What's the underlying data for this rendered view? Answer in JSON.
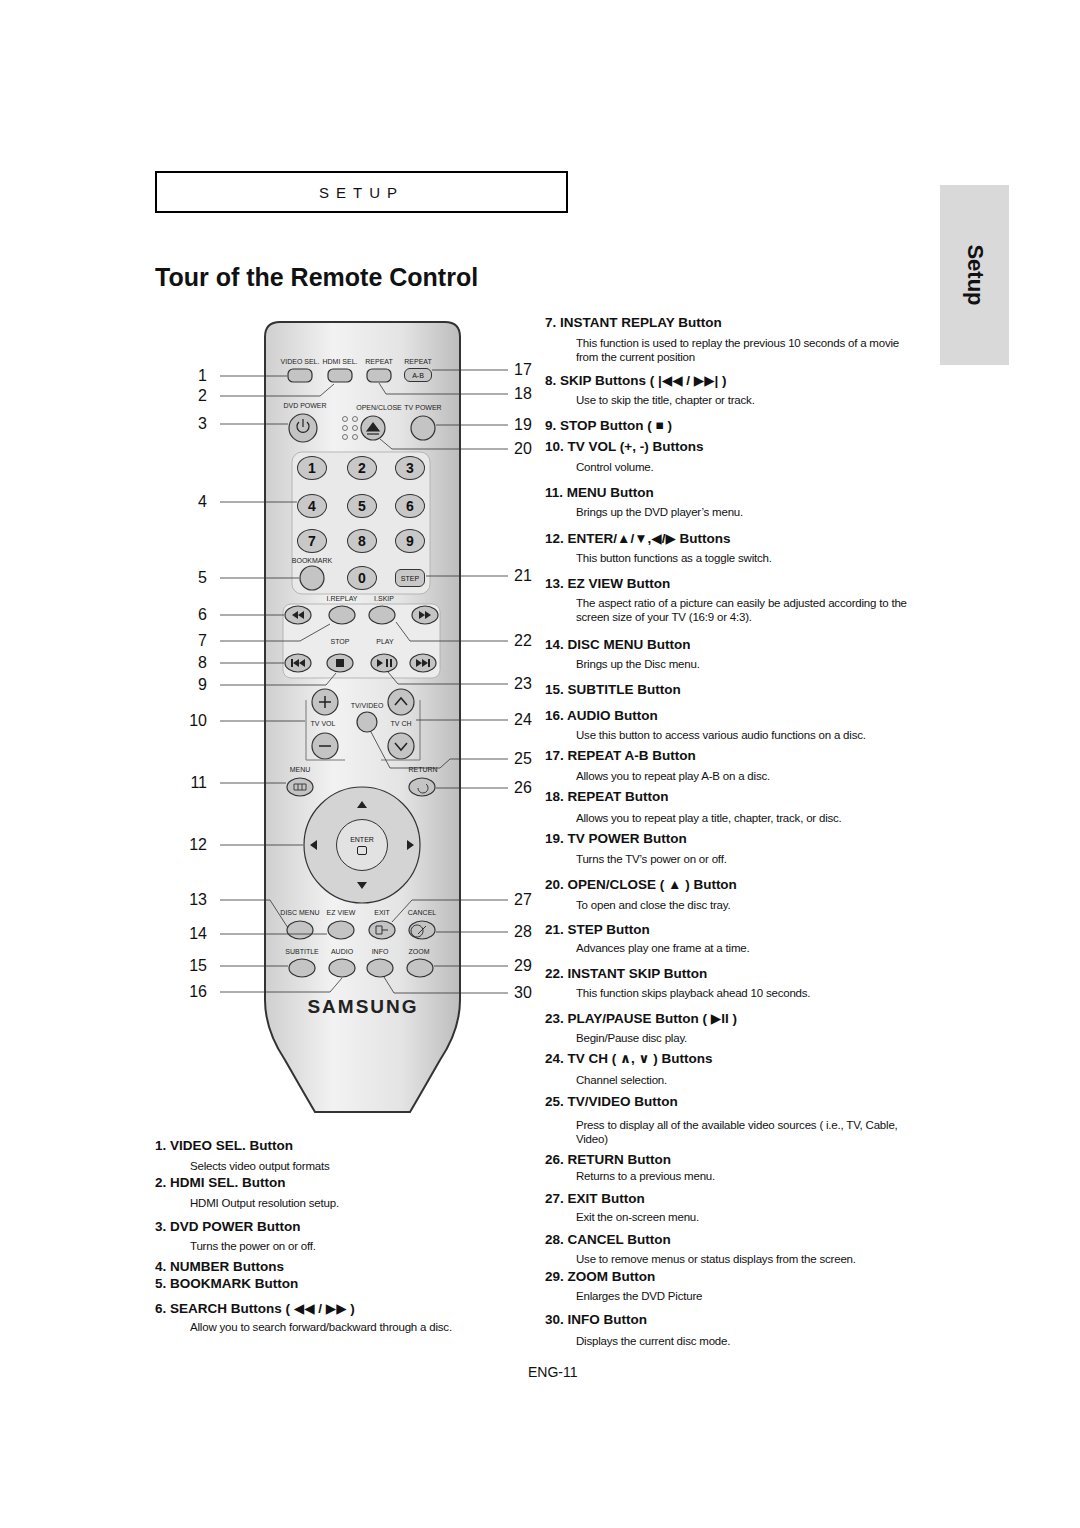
{
  "diagram": {
    "title": "Tour of the Remote Control",
    "nodes": [
      {
        "text": [
          "SETUP"
        ]
      },
      {
        "text": [
          "Setup"
        ]
      },
      {
        "text": [
          "SAMSUNG"
        ]
      },
      {
        "text": [
          "A-B"
        ],
        "in": 2
      },
      {
        "text": [
          "1"
        ],
        "in": 2
      },
      {
        "text": [
          "2"
        ],
        "in": 2
      },
      {
        "text": [
          "3"
        ],
        "in": 2
      },
      {
        "text": [
          "4"
        ],
        "in": 2
      },
      {
        "text": [
          "5"
        ],
        "in": 2
      },
      {
        "text": [
          "6"
        ],
        "in": 2
      },
      {
        "text": [
          "7"
        ],
        "in": 2
      },
      {
        "text": [
          "8"
        ],
        "in": 2
      },
      {
        "text": [
          "9"
        ],
        "in": 2
      },
      {
        "text": [
          "0"
        ],
        "in": 2
      },
      {
        "text": [
          "STEP"
        ],
        "in": 2
      },
      {
        "text": [
          "ENTER"
        ],
        "in": 2
      }
    ],
    "labels": [
      "VIDEO SEL.",
      "HDMI SEL.",
      "REPEAT",
      "REPEAT",
      "DVD POWER",
      "OPEN/CLOSE",
      "TV POWER",
      "BOOKMARK",
      "I.REPLAY",
      "I.SKIP",
      "STOP",
      "PLAY",
      "TV/VIDEO",
      "TV VOL",
      "TV CH",
      "MENU",
      "RETURN",
      "DISC MENU",
      "EZ VIEW",
      "EXIT",
      "CANCEL",
      "SUBTITLE",
      "AUDIO",
      "INFO",
      "ZOOM",
      "1",
      "2",
      "3",
      "4",
      "5",
      "6",
      "7",
      "8",
      "9",
      "10",
      "11",
      "12",
      "13",
      "14",
      "15",
      "16",
      "17",
      "18",
      "19",
      "20",
      "21",
      "22",
      "23",
      "24",
      "25",
      "26",
      "27",
      "28",
      "29",
      "30",
      "1. VIDEO SEL. Button",
      "Selects video output formats",
      "2. HDMI SEL. Button",
      "HDMI Output resolution setup.",
      "3. DVD POWER Button",
      "Turns the power on or off.",
      "4. NUMBER Buttons",
      "5. BOOKMARK Button",
      "6. SEARCH Buttons ( ◀◀ / ▶▶ )",
      "Allow you to search forward/backward through a disc.",
      "7. INSTANT REPLAY Button",
      "This function is used to replay the previous 10 seconds of a movie from the current position",
      "8. SKIP Buttons ( |◀◀ / ▶▶| )",
      "Use to skip the title, chapter or track.",
      "9. STOP Button ( ■ )",
      "10. TV VOL (+, -) Buttons",
      "Control volume.",
      "11. MENU Button",
      "Brings up the DVD player’s menu.",
      "12. ENTER/▲/▼,◀/▶ Buttons",
      "This button functions as a toggle switch.",
      "13. EZ VIEW Button",
      "The aspect ratio of a picture can easily be adjusted according to the screen size of your TV (16:9 or 4:3).",
      "14. DISC MENU Button",
      "Brings up the Disc menu.",
      "15. SUBTITLE Button",
      "16. AUDIO Button",
      "Use this button to access various audio functions on a disc.",
      "17. REPEAT A-B Button",
      "Allows you to repeat play A-B on a disc.",
      "18. REPEAT Button",
      "Allows you to repeat play a title, chapter, track, or disc.",
      "19. TV POWER Button",
      "Turns the TV’s power on or off.",
      "20. OPEN/CLOSE ( ▲ ) Button",
      "To open and close the disc tray.",
      "21. STEP Button",
      "Advances play one frame at a time.",
      "22. INSTANT SKIP Button",
      "This function skips playback ahead 10 seconds.",
      "23. PLAY/PAUSE Button ( ▶II )",
      "Begin/Pause disc play.",
      "24. TV CH ( ∧, ∨ ) Buttons",
      "Channel selection.",
      "25. TV/VIDEO Button",
      "Press to display all of the available video sources ( i.e., TV, Cable, Video)",
      "26. RETURN Button",
      "Returns to a previous menu.",
      "27. EXIT Button",
      "Exit the on-screen menu.",
      "28. CANCEL Button",
      "Use to remove menus or status displays from the screen.",
      "29. ZOOM Button",
      "Enlarges the DVD Picture",
      "30. INFO Button",
      "Displays the current disc mode.",
      "ENG-11"
    ]
  }
}
